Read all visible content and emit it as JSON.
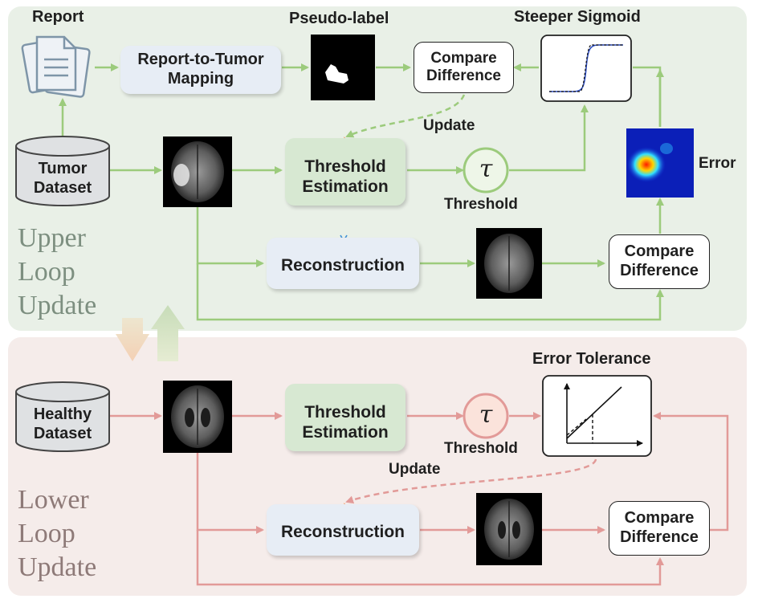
{
  "colors": {
    "upper_panel": "#e9f0e7",
    "lower_panel": "#f5ecea",
    "green_arrow": "#9ccb7c",
    "red_arrow": "#e29a98",
    "tau_fill_green": "#eef6e8",
    "tau_fill_red": "#fbe3db"
  },
  "upper": {
    "report_label": "Report",
    "mapping_label": "Report-to-Tumor\nMapping",
    "pseudo_label_title": "Pseudo-label",
    "compare_top_label": "Compare\nDifference",
    "sigmoid_title": "Steeper Sigmoid",
    "update_label": "Update",
    "dataset_label": "Tumor\nDataset",
    "threshold_estimation_label": "Threshold\nEstimation",
    "tau_symbol": "τ",
    "threshold_label": "Threshold",
    "error_label": "Error",
    "reconstruction_label": "Reconstruction",
    "compare_bottom_label": "Compare\nDifference",
    "loop_title": "Upper\nLoop\nUpdate"
  },
  "lower": {
    "dataset_label": "Healthy\nDataset",
    "threshold_estimation_label": "Threshold\nEstimation",
    "tau_symbol": "τ",
    "threshold_label": "Threshold",
    "error_tolerance_title": "Error Tolerance",
    "update_label": "Update",
    "reconstruction_label": "Reconstruction",
    "compare_label": "Compare\nDifference",
    "loop_title": "Lower\nLoop\nUpdate"
  },
  "icons": {
    "fire": "fire-icon",
    "snowflake": "snowflake-icon",
    "report": "report-documents-icon",
    "database": "database-icon"
  }
}
